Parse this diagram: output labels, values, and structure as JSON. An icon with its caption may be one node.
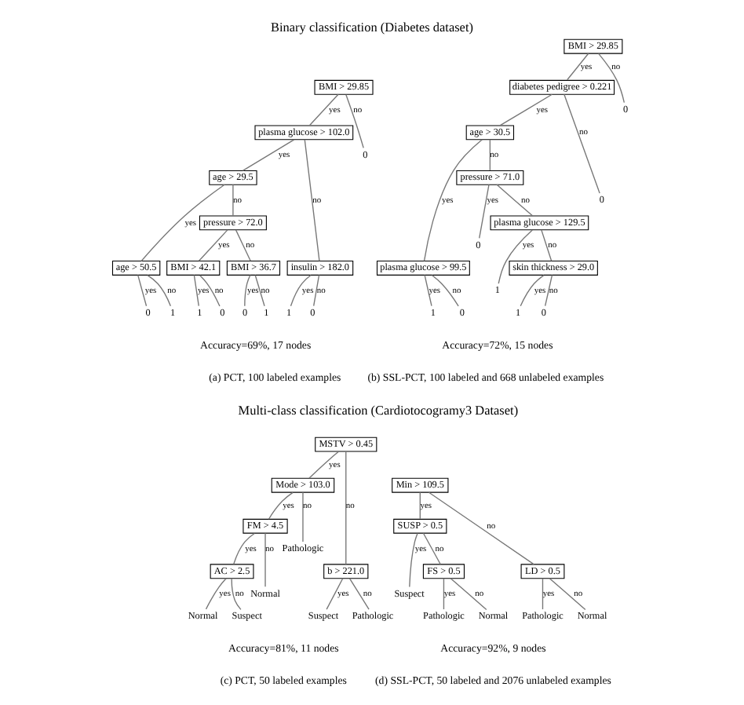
{
  "diagram": {
    "title": "Binary classification (Diabetes dataset)",
    "nodes": [
      {
        "text": [
          "BMI > 29.85"
        ]
      },
      {
        "text": [
          "plasma glucose > 102.0"
        ]
      },
      {
        "text": [
          "0"
        ]
      },
      {
        "text": [
          "age > 29.5"
        ]
      },
      {
        "text": [
          "insulin > 182.0"
        ]
      },
      {
        "text": [
          "age > 50.5"
        ]
      },
      {
        "text": [
          "pressure > 72.0"
        ]
      },
      {
        "text": [
          "1"
        ]
      },
      {
        "text": [
          "0"
        ]
      },
      {
        "text": [
          "0"
        ]
      },
      {
        "text": [
          "1"
        ]
      },
      {
        "text": [
          "BMI > 42.1"
        ]
      },
      {
        "text": [
          "BMI > 36.7"
        ]
      },
      {
        "text": [
          "1"
        ]
      },
      {
        "text": [
          "0"
        ]
      },
      {
        "text": [
          "0"
        ]
      },
      {
        "text": [
          "1"
        ]
      },
      {
        "text": [
          "BMI > 29.85"
        ]
      },
      {
        "text": [
          "diabetes pedigree > 0.221"
        ]
      },
      {
        "text": [
          "0"
        ]
      },
      {
        "text": [
          "age > 30.5"
        ]
      },
      {
        "text": [
          "0"
        ]
      },
      {
        "text": [
          "plasma glucose > 99.5"
        ]
      },
      {
        "text": [
          "pressure > 71.0"
        ]
      },
      {
        "text": [
          "1"
        ]
      },
      {
        "text": [
          "0"
        ]
      },
      {
        "text": [
          "0"
        ]
      },
      {
        "text": [
          "plasma glucose > 129.5"
        ]
      },
      {
        "text": [
          "1"
        ]
      },
      {
        "text": [
          "skin thickness > 29.0"
        ]
      },
      {
        "text": [
          "1"
        ]
      },
      {
        "text": [
          "0"
        ]
      },
      {
        "text": [
          "MSTV > 0.45"
        ]
      },
      {
        "text": [
          "Mode > 103.0"
        ]
      },
      {
        "text": [
          "b > 221.0"
        ]
      },
      {
        "text": [
          "FM > 4.5"
        ]
      },
      {
        "text": [
          "Pathologic"
        ]
      },
      {
        "text": [
          "Suspect"
        ]
      },
      {
        "text": [
          "Pathologic"
        ]
      },
      {
        "text": [
          "AC > 2.5"
        ]
      },
      {
        "text": [
          "Normal"
        ]
      },
      {
        "text": [
          "Normal"
        ]
      },
      {
        "text": [
          "Suspect"
        ]
      },
      {
        "text": [
          "Min > 109.5"
        ]
      },
      {
        "text": [
          "SUSP > 0.5"
        ]
      },
      {
        "text": [
          "LD > 0.5"
        ]
      },
      {
        "text": [
          "Suspect"
        ]
      },
      {
        "text": [
          "FS > 0.5"
        ]
      },
      {
        "text": [
          "Pathologic"
        ]
      },
      {
        "text": [
          "Normal"
        ]
      },
      {
        "text": [
          "Pathologic"
        ]
      },
      {
        "text": [
          "Normal"
        ]
      }
    ],
    "edges": [
      {
        "from": 0,
        "to": 1,
        "arrow": "none",
        "label": "yes"
      },
      {
        "from": 0,
        "to": 2,
        "arrow": "none",
        "label": "no"
      },
      {
        "from": 1,
        "to": 3,
        "arrow": "none",
        "label": "yes"
      },
      {
        "from": 1,
        "to": 4,
        "arrow": "none",
        "label": "no"
      },
      {
        "from": 3,
        "to": 5,
        "arrow": "none",
        "label": "yes"
      },
      {
        "from": 3,
        "to": 6,
        "arrow": "none",
        "label": "no"
      },
      {
        "from": 4,
        "to": 7,
        "arrow": "none",
        "label": "yes"
      },
      {
        "from": 4,
        "to": 8,
        "arrow": "none",
        "label": "no"
      },
      {
        "from": 5,
        "to": 9,
        "arrow": "none",
        "label": "yes"
      },
      {
        "from": 5,
        "to": 10,
        "arrow": "none",
        "label": "no"
      },
      {
        "from": 6,
        "to": 11,
        "arrow": "none",
        "label": "yes"
      },
      {
        "from": 6,
        "to": 12,
        "arrow": "none",
        "label": "no"
      },
      {
        "from": 11,
        "to": 13,
        "arrow": "none",
        "label": "yes"
      },
      {
        "from": 11,
        "to": 14,
        "arrow": "none",
        "label": "no"
      },
      {
        "from": 12,
        "to": 15,
        "arrow": "none",
        "label": "yes"
      },
      {
        "from": 12,
        "to": 16,
        "arrow": "none",
        "label": "no"
      },
      {
        "from": 17,
        "to": 18,
        "arrow": "none",
        "label": "yes"
      },
      {
        "from": 17,
        "to": 19,
        "arrow": "none",
        "label": "no"
      },
      {
        "from": 18,
        "to": 20,
        "arrow": "none",
        "label": "yes"
      },
      {
        "from": 18,
        "to": 21,
        "arrow": "none",
        "label": "no"
      },
      {
        "from": 20,
        "to": 22,
        "arrow": "none",
        "label": "yes"
      },
      {
        "from": 20,
        "to": 23,
        "arrow": "none",
        "label": "no"
      },
      {
        "from": 22,
        "to": 24,
        "arrow": "none",
        "label": "yes"
      },
      {
        "from": 22,
        "to": 25,
        "arrow": "none",
        "label": "no"
      },
      {
        "from": 23,
        "to": 26,
        "arrow": "none",
        "label": "yes"
      },
      {
        "from": 23,
        "to": 27,
        "arrow": "none",
        "label": "no"
      },
      {
        "from": 27,
        "to": 28,
        "arrow": "none",
        "label": "yes"
      },
      {
        "from": 27,
        "to": 29,
        "arrow": "none",
        "label": "no"
      },
      {
        "from": 29,
        "to": 30,
        "arrow": "none",
        "label": "yes"
      },
      {
        "from": 29,
        "to": 31,
        "arrow": "none",
        "label": "no"
      },
      {
        "from": 32,
        "to": 33,
        "arrow": "none",
        "label": "yes"
      },
      {
        "from": 32,
        "to": 34,
        "arrow": "none",
        "label": "no"
      },
      {
        "from": 33,
        "to": 35,
        "arrow": "none",
        "label": "yes"
      },
      {
        "from": 33,
        "to": 36,
        "arrow": "none",
        "label": "no"
      },
      {
        "from": 34,
        "to": 37,
        "arrow": "none",
        "label": "yes"
      },
      {
        "from": 34,
        "to": 38,
        "arrow": "none",
        "label": "no"
      },
      {
        "from": 35,
        "to": 39,
        "arrow": "none",
        "label": "yes"
      },
      {
        "from": 35,
        "to": 40,
        "arrow": "none",
        "label": "no"
      },
      {
        "from": 39,
        "to": 41,
        "arrow": "none",
        "label": "yes"
      },
      {
        "from": 39,
        "to": 42,
        "arrow": "none",
        "label": "no"
      },
      {
        "from": 43,
        "to": 44,
        "arrow": "none",
        "label": "yes"
      },
      {
        "from": 43,
        "to": 45,
        "arrow": "none",
        "label": "no"
      },
      {
        "from": 44,
        "to": 46,
        "arrow": "none",
        "label": "yes"
      },
      {
        "from": 44,
        "to": 47,
        "arrow": "none",
        "label": "no"
      },
      {
        "from": 45,
        "to": 48,
        "arrow": "none",
        "label": "yes"
      },
      {
        "from": 45,
        "to": 49,
        "arrow": "none",
        "label": "no"
      },
      {
        "from": 47,
        "to": 50,
        "arrow": "none",
        "label": "yes"
      },
      {
        "from": 47,
        "to": 51,
        "arrow": "none",
        "label": "no"
      }
    ],
    "labels": [
      "Accuracy=69%, 17 nodes",
      "Accuracy=72%, 15 nodes",
      "(a) PCT, 100 labeled examples",
      "(b) SSL-PCT, 100 labeled and 668 unlabeled examples",
      "Multi-class classification (Cardiotocogramy3 Dataset)",
      "Accuracy=81%, 11 nodes",
      "Accuracy=92%, 9 nodes",
      "(c) PCT, 50 labeled examples",
      "(d) SSL-PCT, 50 labeled and 2076 unlabeled examples"
    ]
  }
}
